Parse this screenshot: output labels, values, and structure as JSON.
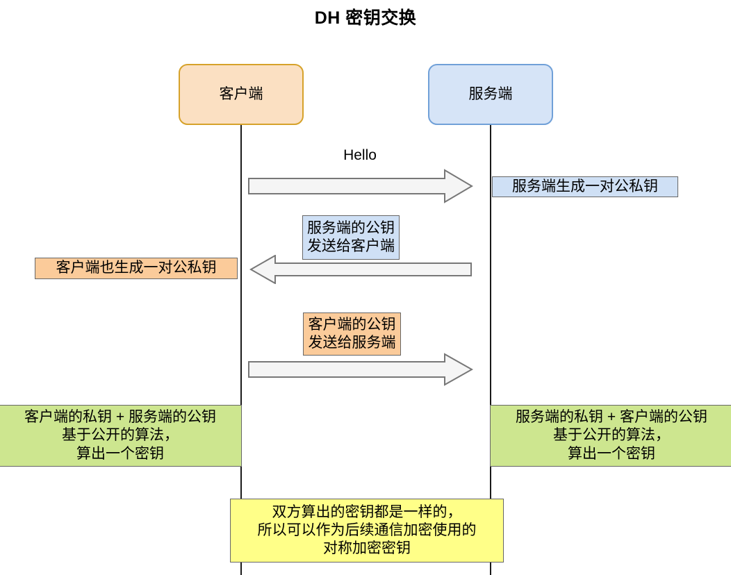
{
  "diagram": {
    "title": "DH 密钥交换",
    "type": "sequence-diagram",
    "actors": [
      {
        "id": "client",
        "label": "客户端",
        "fill": "#fbe0c2",
        "stroke": "#d6a22a"
      },
      {
        "id": "server",
        "label": "服务端",
        "fill": "#d6e4f7",
        "stroke": "#70a0d8"
      }
    ],
    "messages": [
      {
        "id": "msg-hello",
        "label": "Hello",
        "direction": "client-to-server",
        "style": "plain-text"
      },
      {
        "id": "msg-server-pubkey",
        "line1": "服务端的公钥",
        "line2": "发送给客户端",
        "direction": "server-to-client",
        "style": "note-blue"
      },
      {
        "id": "msg-client-pubkey",
        "line1": "客户端的公钥",
        "line2": "发送给服务端",
        "direction": "client-to-server",
        "style": "note-orange"
      }
    ],
    "notes": [
      {
        "id": "note-server-keypair",
        "side": "server",
        "color": "#cfe0f5",
        "lines": [
          "服务端生成一对公私钥"
        ]
      },
      {
        "id": "note-client-keypair",
        "side": "client",
        "color": "#fbcb9a",
        "lines": [
          "客户端也生成一对公私钥"
        ]
      },
      {
        "id": "note-client-secret",
        "side": "client",
        "color": "#cde68f",
        "lines": [
          "客户端的私钥 + 服务端的公钥",
          "基于公开的算法，",
          "算出一个密钥"
        ]
      },
      {
        "id": "note-server-secret",
        "side": "server",
        "color": "#cde68f",
        "lines": [
          "服务端的私钥 +  客户端的公钥",
          "基于公开的算法，",
          "算出一个密钥"
        ]
      },
      {
        "id": "note-conclusion",
        "side": "center",
        "color": "#ffff88",
        "lines": [
          "双方算出的密钥都是一样的，",
          "所以可以作为后续通信加密使用的",
          "对称加密密钥"
        ]
      }
    ],
    "arrow_style": {
      "fill": "#f5f5f5",
      "stroke": "#777777"
    }
  }
}
